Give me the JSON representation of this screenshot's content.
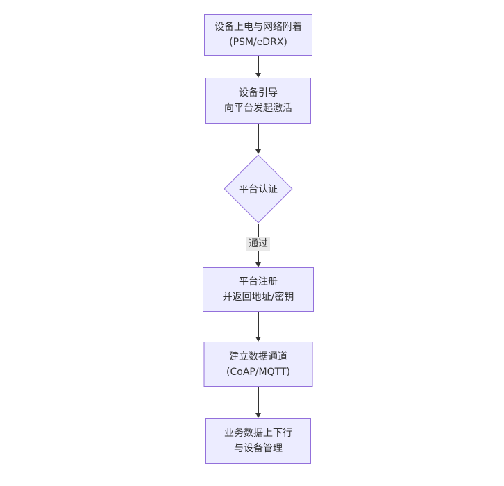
{
  "colors": {
    "canvas_bg": "#ffffff",
    "node_fill": "#ECECFF",
    "node_border": "#9370DB",
    "text": "#333333",
    "arrow": "#333333",
    "edge_label_bg": "#e8e8e8"
  },
  "flowchart": {
    "type": "flowchart",
    "direction": "top-down",
    "nodes": [
      {
        "id": "power-attach",
        "shape": "rect",
        "lines": [
          "设备上电与网络附着",
          "(PSM/eDRX)"
        ]
      },
      {
        "id": "bootstrap",
        "shape": "rect",
        "lines": [
          "设备引导",
          "向平台发起激活"
        ]
      },
      {
        "id": "auth",
        "shape": "diamond",
        "lines": [
          "平台认证"
        ]
      },
      {
        "id": "register",
        "shape": "rect",
        "lines": [
          "平台注册",
          "并返回地址/密钥"
        ]
      },
      {
        "id": "channel",
        "shape": "rect",
        "lines": [
          "建立数据通道",
          "(CoAP/MQTT)"
        ]
      },
      {
        "id": "business",
        "shape": "rect",
        "lines": [
          "业务数据上下行",
          "与设备管理"
        ]
      }
    ],
    "edges": [
      {
        "from": "power-attach",
        "to": "bootstrap",
        "label": ""
      },
      {
        "from": "bootstrap",
        "to": "auth",
        "label": ""
      },
      {
        "from": "auth",
        "to": "register",
        "label": "通过"
      },
      {
        "from": "register",
        "to": "channel",
        "label": ""
      },
      {
        "from": "channel",
        "to": "business",
        "label": ""
      }
    ]
  }
}
